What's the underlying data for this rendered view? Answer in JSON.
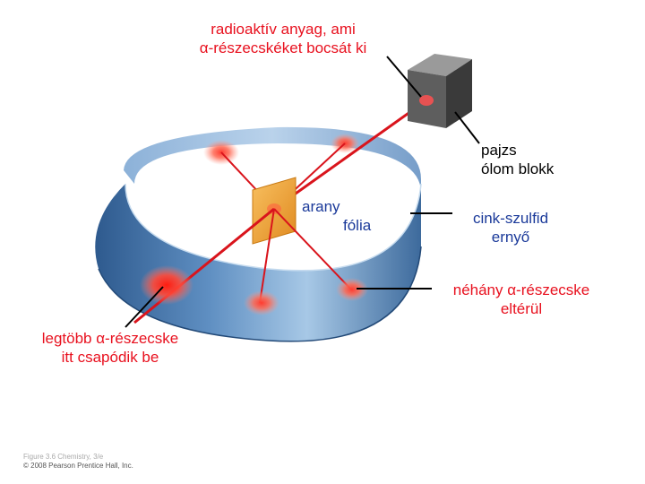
{
  "labels": {
    "source": [
      "radioaktív anyag, ami",
      "α-részecskéket bocsát ki"
    ],
    "shield": [
      "pajzs",
      "ólom blokk"
    ],
    "foil": [
      "arany",
      "fólia"
    ],
    "screen": [
      "cink-szulfid",
      "ernyő"
    ],
    "deflected": [
      "néhány α-részecske",
      "eltérül"
    ],
    "most": [
      "legtöbb α-részecske",
      "itt csapódik be"
    ]
  },
  "copyright": {
    "line1": "Figure 3.6 Chemistry, 3/e",
    "line2": "© 2008 Pearson Prentice Hall, Inc."
  },
  "colors": {
    "label_red": "#e8101e",
    "label_blue": "#1b3a9a",
    "beam": "#d9141c",
    "screen_light": "#9cc1e3",
    "screen_dark": "#2f5b8f",
    "foil": "#f2a23a",
    "lead_block": "#6b6b6b"
  }
}
